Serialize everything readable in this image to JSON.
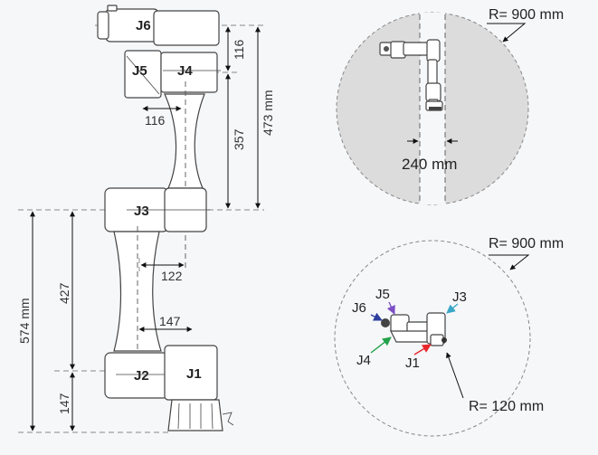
{
  "joints": {
    "j1": "J1",
    "j2": "J2",
    "j3": "J3",
    "j4": "J4",
    "j5": "J5",
    "j6": "J6"
  },
  "dimensions": {
    "d116_top": "116",
    "d357": "357",
    "d473": "473 mm",
    "d116_side": "116",
    "d427": "427",
    "d574": "574 mm",
    "d147_vertical": "147",
    "d122": "122",
    "d147_horizontal": "147"
  },
  "top_view": {
    "radius_label": "R= 900 mm",
    "width_label": "240 mm"
  },
  "bottom_view": {
    "radius_label": "R= 900 mm",
    "inner_radius_label": "R= 120 mm",
    "joint_labels": {
      "j1": "J1",
      "j3": "J3",
      "j4": "J4",
      "j5": "J5",
      "j6": "J6"
    }
  },
  "colors": {
    "workspace_fill": "#dcdcdc",
    "j1_arrow": "#e8262b",
    "j3_arrow": "#3aa6c7",
    "j4_arrow": "#23a24a",
    "j5_arrow": "#7d4fc4",
    "j6_arrow": "#2f3f9e"
  }
}
